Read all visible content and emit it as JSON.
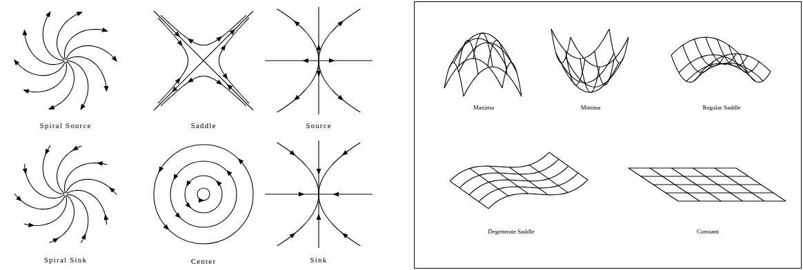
{
  "diagram": {
    "nodes": [
      {
        "text": [
          "Maxima",
          "Minima",
          "Regular Saddle",
          "Degenerate Saddle",
          "Constant"
        ]
      }
    ],
    "labels": [
      "Spiral Source",
      "Saddle",
      "Source",
      "Spiral Sink",
      "Center",
      "Sink"
    ]
  }
}
